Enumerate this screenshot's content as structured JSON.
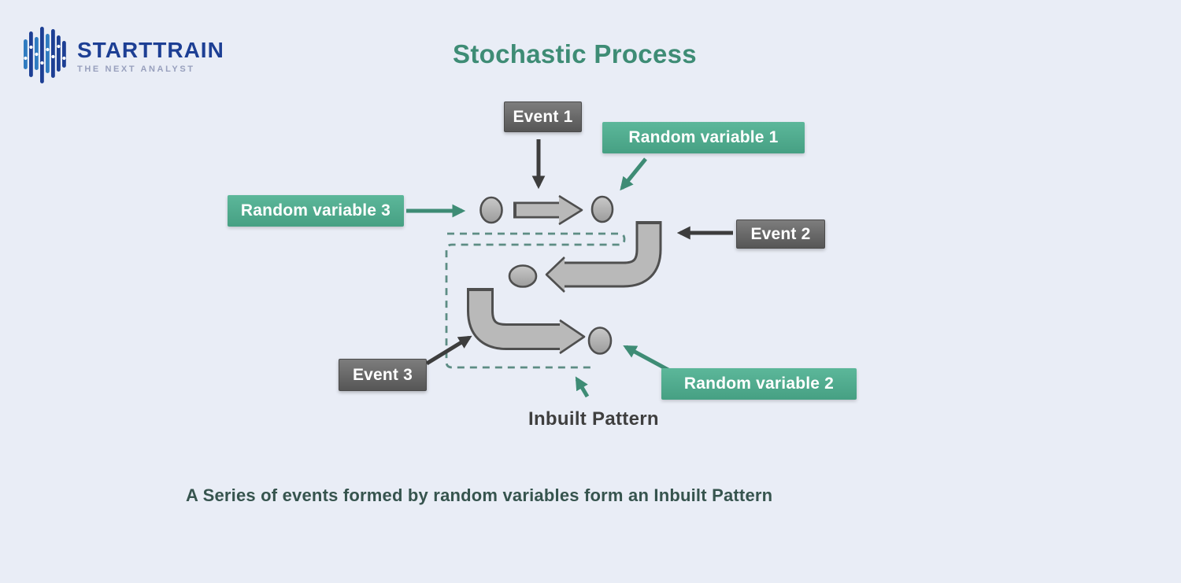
{
  "theme": {
    "background": "#e9edf6",
    "green_accent": "#3e8c75",
    "green_box_top": "#5cb79a",
    "green_box_bottom": "#46a083",
    "dark_box_top": "#7d7d7d",
    "dark_box_bottom": "#565656",
    "shape_fill": "#b9b9b9",
    "shape_outline": "#4f4f4f",
    "dark_arrow": "#3d3d3d",
    "dashed_line": "#5d8d84",
    "logo_blue_dark": "#1d3f94",
    "logo_blue_light": "#2f7bc0",
    "logo_tagline_color": "#98a0bd",
    "caption_color": "#36544e",
    "inbuilt_text_color": "#3f3f3f"
  },
  "logo": {
    "brand": "STARTTRAIN",
    "tagline": "THE NEXT ANALYST"
  },
  "title": "Stochastic Process",
  "labels": {
    "event1": "Event 1",
    "event2": "Event 2",
    "event3": "Event 3",
    "rv1": "Random variable 1",
    "rv2": "Random variable 2",
    "rv3": "Random variable 3",
    "inbuilt_pattern": "Inbuilt Pattern"
  },
  "caption": "A Series of events formed by random variables form an Inbuilt Pattern"
}
